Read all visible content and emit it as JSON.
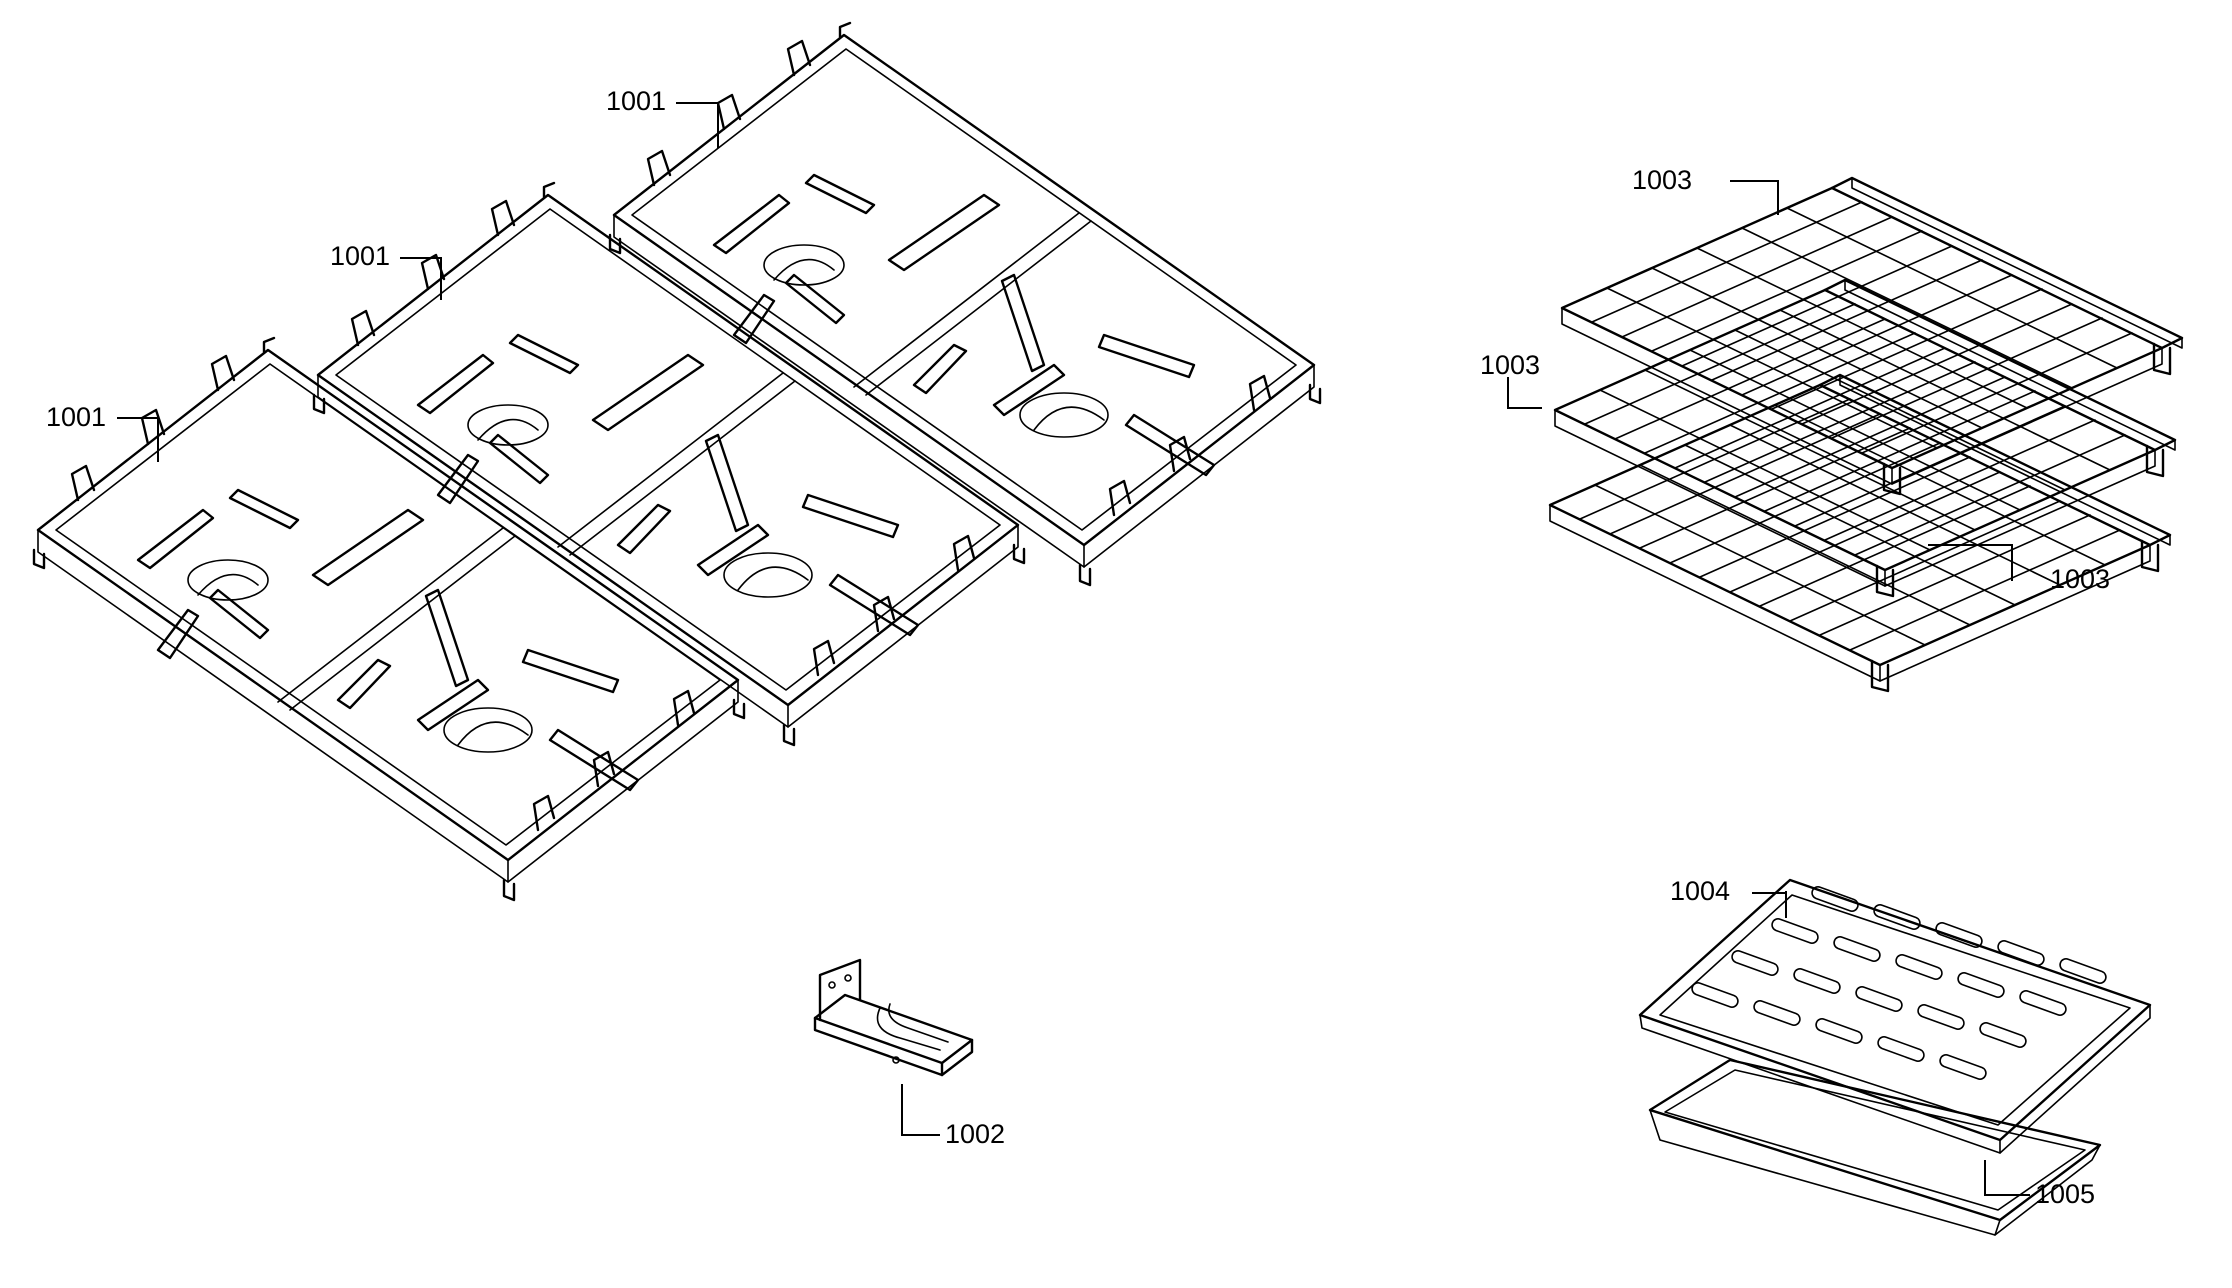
{
  "labels": {
    "grate_top": "1001",
    "grate_middle": "1001",
    "grate_front": "1001",
    "rack_top": "1003",
    "rack_middle": "1003",
    "rack_bottom": "1003",
    "bracket": "1002",
    "broiler_insert": "1004",
    "broiler_pan": "1005"
  }
}
